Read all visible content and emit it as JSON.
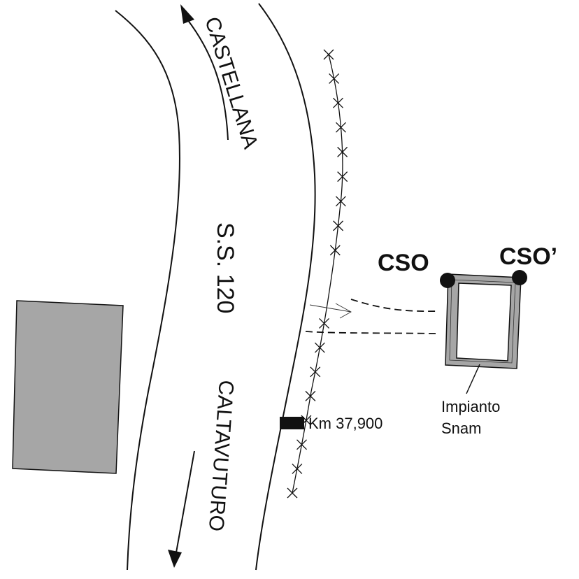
{
  "labels": {
    "north_direction": "CASTELLANA",
    "road_name": "S.S. 120",
    "south_direction": "CALTAVUTURO",
    "km_marker": "Km 37,900",
    "point_cso": "CSO",
    "point_cso_prime": "CSO’",
    "plant_line1": "Impianto",
    "plant_line2": "Snam"
  },
  "colors": {
    "building": "#a6a6a6",
    "plant_frame": "#a6a6a6",
    "ink": "#111111"
  }
}
